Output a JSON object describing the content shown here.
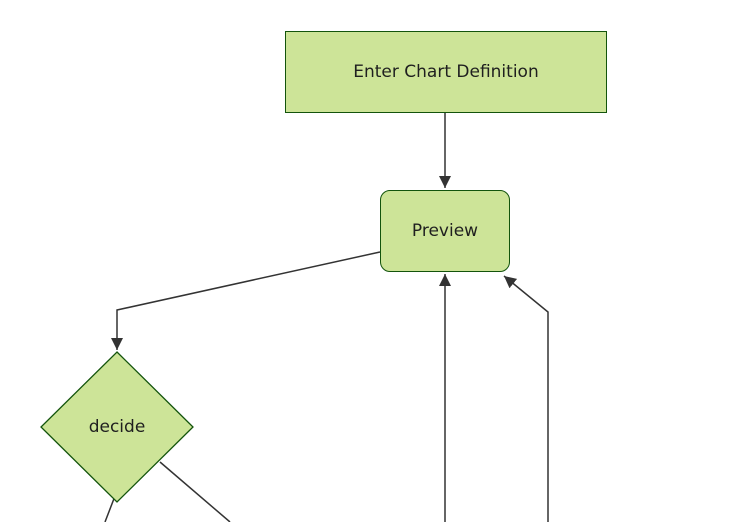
{
  "diagram": {
    "type": "flowchart",
    "orientation": "top-down",
    "nodes": {
      "enter_chart_definition": {
        "label": "Enter Chart Definition",
        "shape": "rectangle"
      },
      "preview": {
        "label": "Preview",
        "shape": "rounded-rectangle"
      },
      "decide": {
        "label": "decide",
        "shape": "diamond"
      }
    },
    "edges": [
      {
        "from": "enter_chart_definition",
        "to": "preview",
        "arrowhead": true
      },
      {
        "from": "preview",
        "to": "decide",
        "arrowhead": true
      },
      {
        "from": "offscreen-bottom-1",
        "to": "preview",
        "arrowhead": true
      },
      {
        "from": "offscreen-bottom-2",
        "to": "preview",
        "arrowhead": true
      },
      {
        "from": "decide",
        "to": "offscreen-bottom-left",
        "arrowhead": false
      },
      {
        "from": "decide",
        "to": "offscreen-bottom-right",
        "arrowhead": false
      }
    ]
  },
  "colors": {
    "canvas_bg": "#ffffff",
    "node_fill": "#cde498",
    "node_border": "#13540c",
    "edge_color": "#333333",
    "label_color": "#1f1f1f"
  }
}
